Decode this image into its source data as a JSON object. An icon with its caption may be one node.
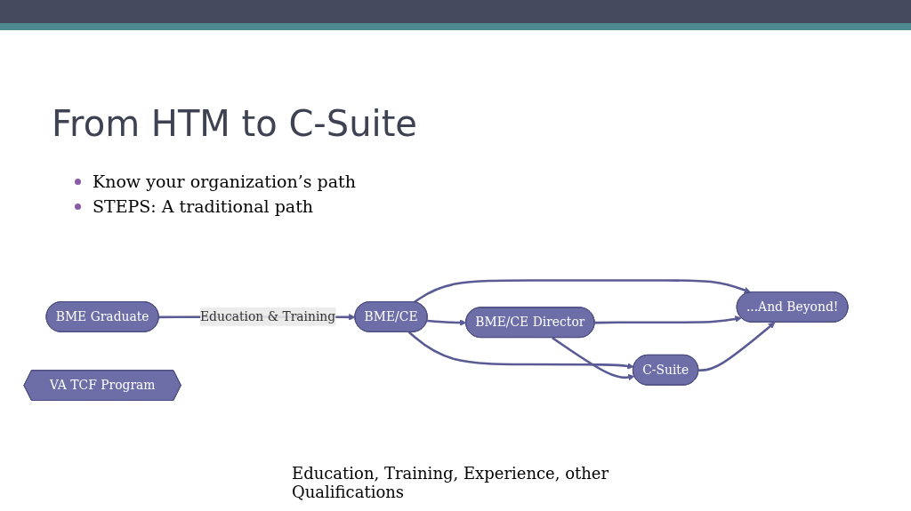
{
  "diagram": {
    "title": "From HTM to C-Suite",
    "nodes": [
      {
        "text": [
          "BME Graduate"
        ]
      },
      {
        "text": [
          "VA TCF Program"
        ]
      },
      {
        "text": [
          "BME/CE"
        ]
      },
      {
        "text": [
          "BME/CE Director"
        ]
      },
      {
        "text": [
          "C-Suite"
        ]
      },
      {
        "text": [
          "...And Beyond!"
        ]
      }
    ],
    "edges": [
      {
        "from": 0,
        "to": 2,
        "arrow": "to",
        "label": "Education & Training"
      },
      {
        "from": 2,
        "to": 4,
        "arrow": "to"
      },
      {
        "from": 2,
        "to": 5,
        "arrow": "to"
      },
      {
        "from": 2,
        "to": 3,
        "arrow": "to"
      },
      {
        "from": 3,
        "to": 4,
        "arrow": "to"
      },
      {
        "from": 3,
        "to": 5,
        "arrow": "to"
      },
      {
        "from": 4,
        "to": 5,
        "arrow": "to"
      }
    ],
    "labels": [
      "Know your organization’s path",
      "STEPS: A traditional path",
      "Education, Training, Experience, other Qualifications"
    ]
  }
}
